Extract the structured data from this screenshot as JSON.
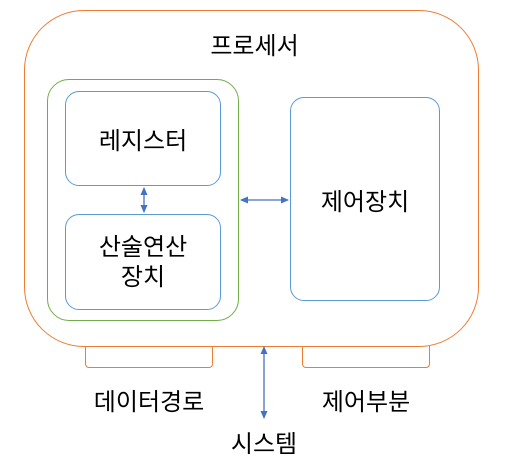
{
  "processor": {
    "title": "프로세서"
  },
  "register": {
    "label": "레지스터"
  },
  "alu": {
    "line1": "산술연산",
    "line2": "장치"
  },
  "control_unit": {
    "label": "제어장치"
  },
  "datapath": {
    "label": "데이터경로"
  },
  "control_section": {
    "label": "제어부분"
  },
  "system": {
    "label": "시스템"
  },
  "colors": {
    "processor_border": "#ed7d31",
    "group_border": "#70ad47",
    "box_border": "#5b9bd5",
    "arrow": "#4472c4"
  }
}
